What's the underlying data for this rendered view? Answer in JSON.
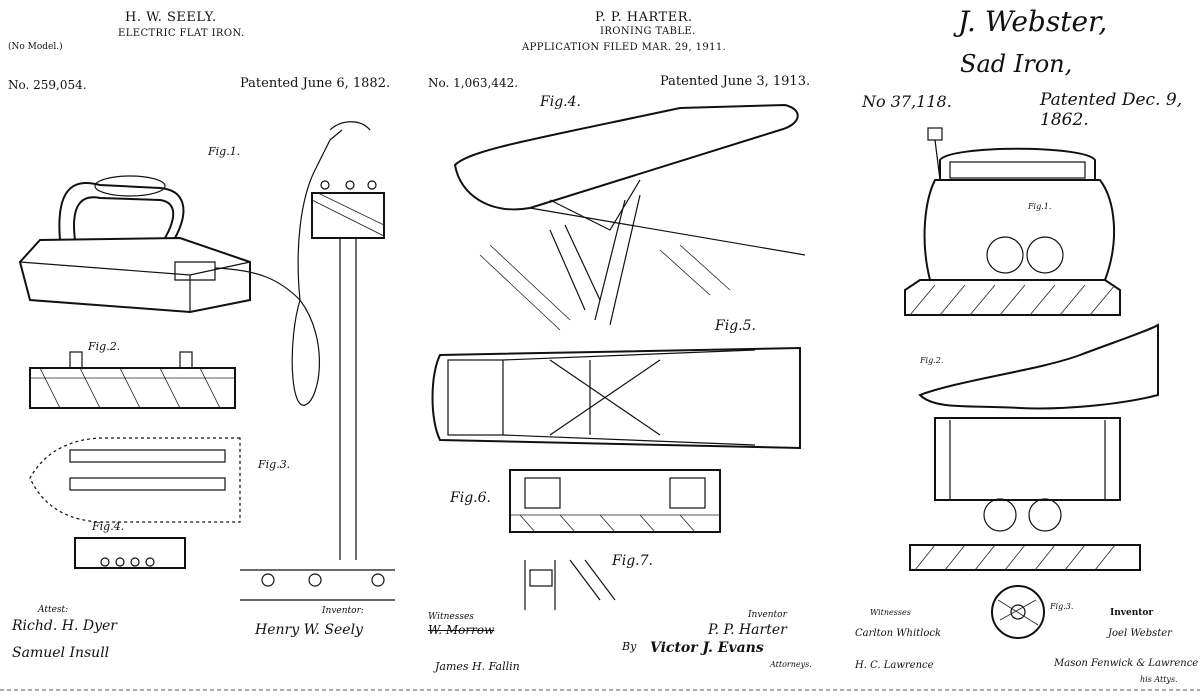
{
  "patents": [
    {
      "inventor_header": "H. W. SEELY.",
      "title": "ELECTRIC FLAT IRON.",
      "model_note": "(No Model.)",
      "number": "No. 259,054.",
      "date": "Patented June 6, 1882.",
      "figures": [
        "Fig.1.",
        "Fig.2.",
        "Fig.3.",
        "Fig.4."
      ],
      "witness_label": "Attest:",
      "witness_1": "Richd. H. Dyer",
      "witness_2": "Samuel Insull",
      "inventor_label": "Inventor:",
      "inventor_signature": "Henry W. Seely"
    },
    {
      "inventor_header": "P. P. HARTER.",
      "title": "IRONING TABLE.",
      "application": "APPLICATION FILED MAR. 29, 1911.",
      "number": "No. 1,063,442.",
      "date": "Patented June 3, 1913.",
      "figures": [
        "Fig.4.",
        "Fig.5.",
        "Fig.6.",
        "Fig.7."
      ],
      "witness_label": "Witnesses",
      "witness_1": "W. Morrow",
      "witness_2": "James H. Fallin",
      "inventor_label": "Inventor",
      "inventor_name": "P. P. Harter",
      "by_label": "By",
      "attorney_signature": "Victor J. Evans",
      "attorney_label": "Attorneys."
    },
    {
      "inventor_header": "J. Webster,",
      "title": "Sad Iron,",
      "number": "No 37,118.",
      "date": "Patented Dec. 9, 1862.",
      "figures": [
        "Fig.1.",
        "Fig.2.",
        "Fig.3."
      ],
      "witness_label": "Witnesses",
      "witness_1": "Carlton Whitlock",
      "witness_2": "H. C. Lawrence",
      "inventor_label": "Inventor",
      "inventor_name": "Joel Webster",
      "attorney_signature": "Mason Fenwick & Lawrence",
      "attorney_label": "his Attys."
    }
  ]
}
